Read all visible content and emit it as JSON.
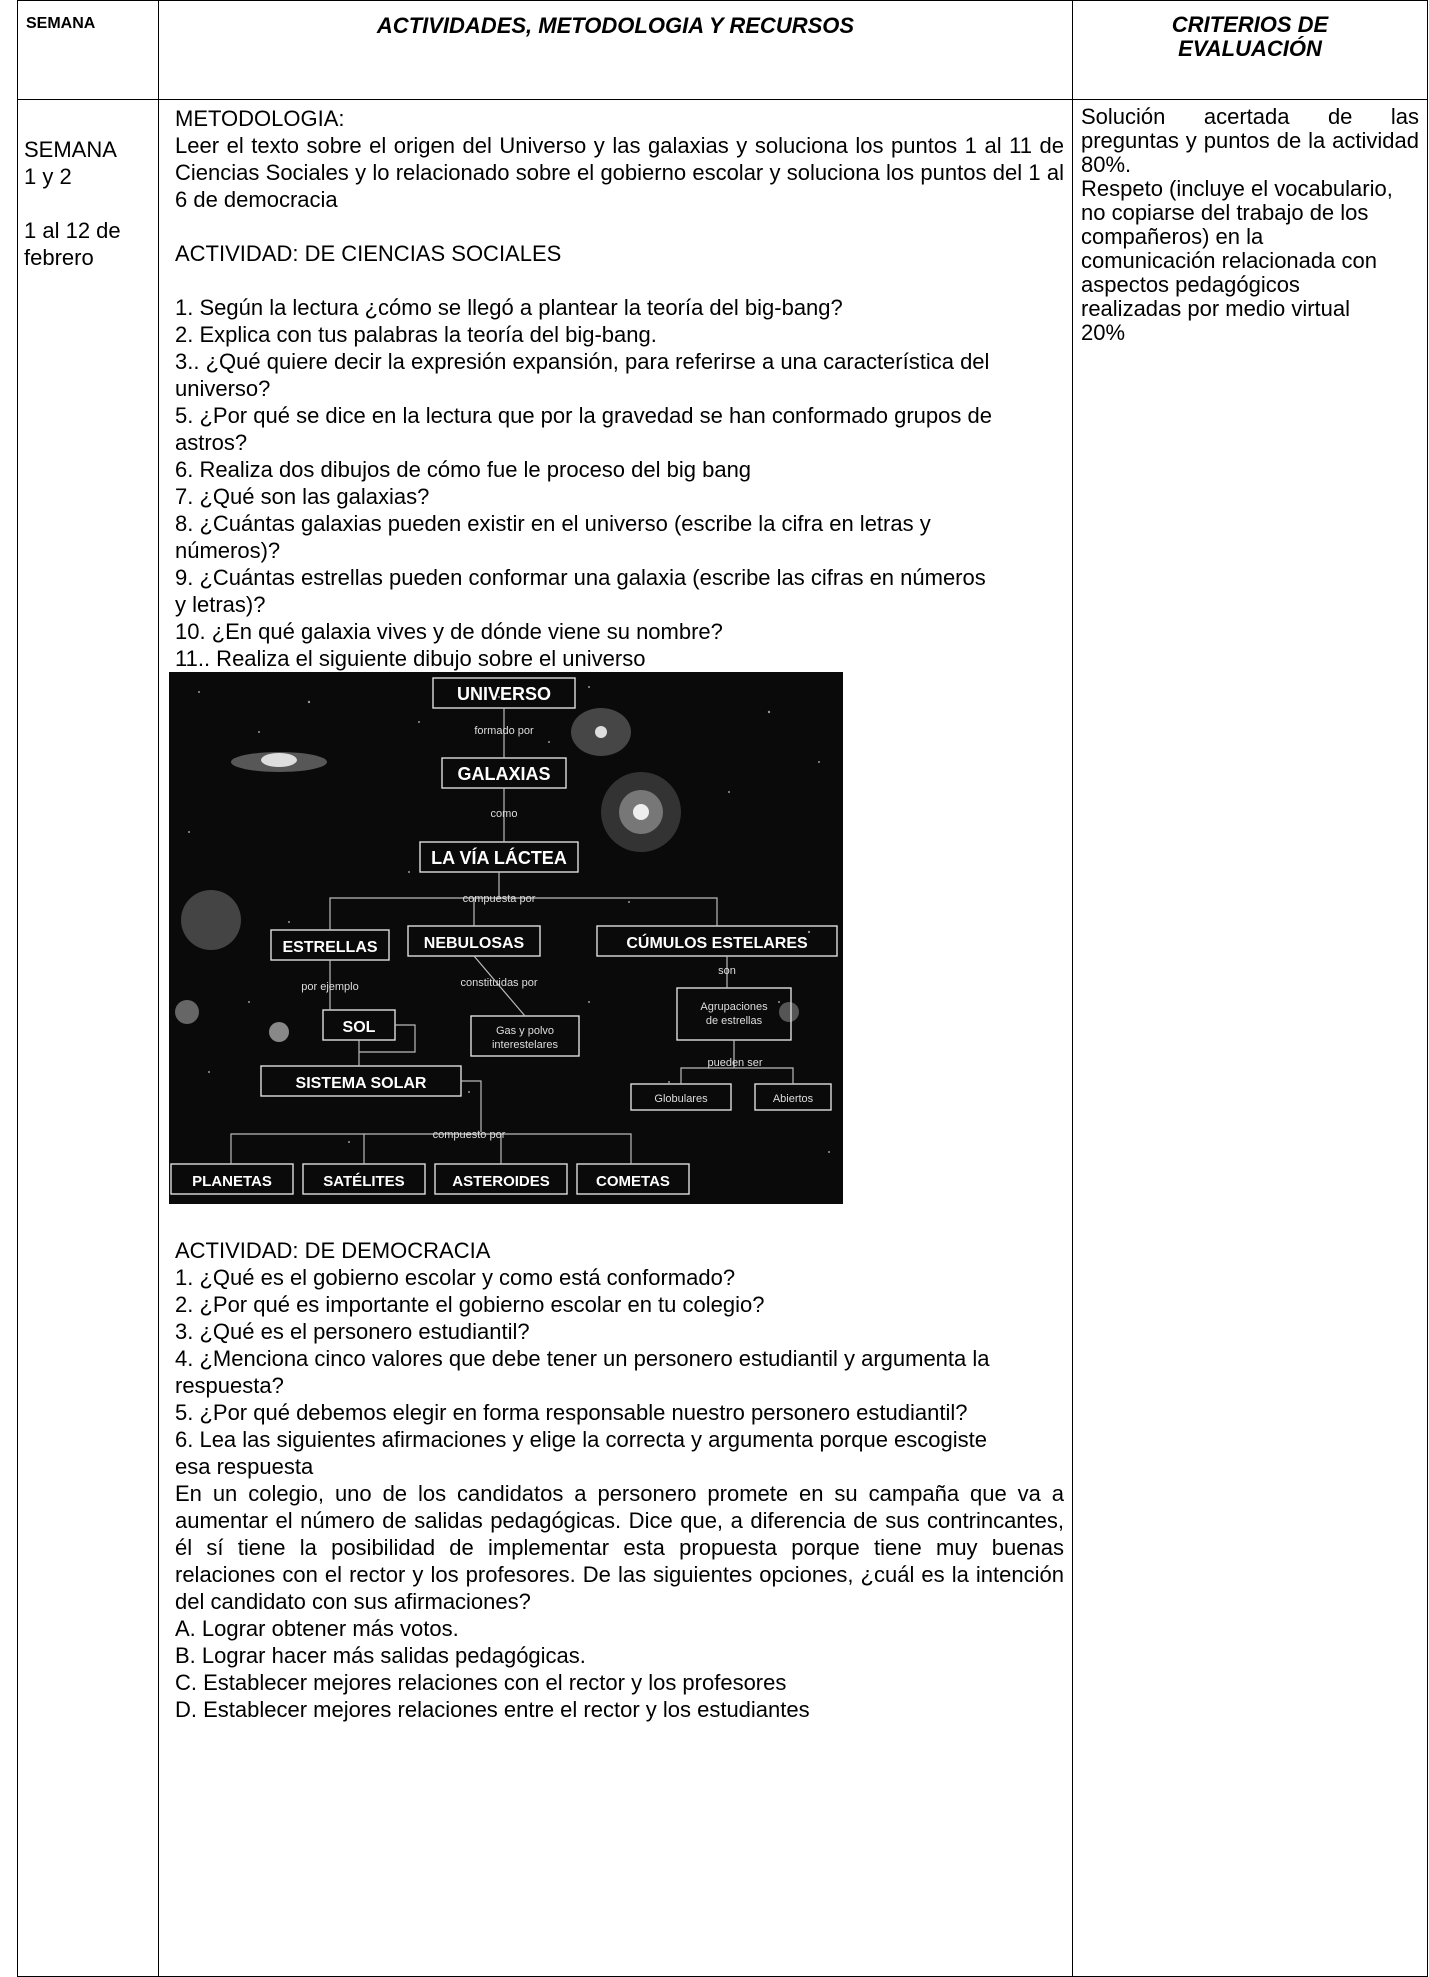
{
  "header": {
    "semana": "SEMANA",
    "actividades": "ACTIVIDADES, METODOLOGIA Y RECURSOS",
    "criterios": "CRITERIOS DE EVALUACIÓN"
  },
  "semana_cell": {
    "line1": "SEMANA",
    "line2": "1 y 2",
    "line3": "1 al 12 de",
    "line4": "febrero"
  },
  "metodologia": {
    "title": "METODOLOGIA:",
    "text": "Leer el texto sobre el origen del Universo y las galaxias y soluciona los puntos 1 al 11 de Ciencias Sociales y lo relacionado sobre el gobierno escolar y soluciona los puntos del 1 al 6 de democracia"
  },
  "sociales": {
    "title": "ACTIVIDAD: DE CIENCIAS SOCIALES",
    "items": [
      "1. Según la lectura ¿cómo se llegó a plantear la teoría del big-bang?",
      "2. Explica con tus palabras la teoría del big-bang.",
      "3.. ¿Qué quiere decir la expresión expansión, para referirse a una característica del universo?",
      "5. ¿Por qué se dice en la lectura que por la gravedad se han conformado grupos de astros?",
      "6. Realiza dos dibujos de cómo fue le proceso del big bang",
      "7. ¿Qué son las galaxias?",
      "8. ¿Cuántas galaxias pueden existir en el universo (escribe la cifra en letras y números)?",
      "9. ¿Cuántas estrellas pueden conformar una galaxia (escribe las cifras en números y letras)?",
      "10. ¿En qué galaxia vives y de dónde viene su nombre?",
      "11.. Realiza el siguiente dibujo sobre el universo"
    ]
  },
  "diagram": {
    "universo": "UNIVERSO",
    "formado_por": "formado por",
    "galaxias": "GALAXIAS",
    "como": "como",
    "via_lactea": "LA VÍA LÁCTEA",
    "compuesta_por": "compuesta por",
    "estrellas": "ESTRELLAS",
    "nebulosas": "NEBULOSAS",
    "cumulos": "CÚMULOS ESTELARES",
    "por_ejemplo": "por ejemplo",
    "constituidas_por": "constituidas por",
    "son": "son",
    "sol": "SOL",
    "gas_l1": "Gas y polvo",
    "gas_l2": "interestelares",
    "agrup_l1": "Agrupaciones",
    "agrup_l2": "de estrellas",
    "pueden_ser": "pueden ser",
    "globulares": "Globulares",
    "abiertos": "Abiertos",
    "sistema_solar": "SISTEMA SOLAR",
    "compuesto_por": "compuesto por",
    "planetas": "PLANETAS",
    "satelites": "SATÉLITES",
    "asteroides": "ASTEROIDES",
    "cometas": "COMETAS"
  },
  "democracia": {
    "title": "ACTIVIDAD: DE DEMOCRACIA",
    "items": [
      "1. ¿Qué es el gobierno escolar y como está conformado?",
      "2. ¿Por qué es importante el gobierno escolar en tu colegio?",
      "3. ¿Qué es el personero estudiantil?",
      "4.  ¿Menciona cinco valores que debe tener un personero estudiantil y argumenta la respuesta?",
      "5.  ¿Por qué debemos elegir en forma responsable nuestro personero estudiantil?",
      "6.  Lea las siguientes afirmaciones y elige la correcta y argumenta porque escogiste esa respuesta"
    ],
    "scenario": "En un colegio, uno de los candidatos a personero promete en su campaña que va a aumentar el número de salidas pedagógicas. Dice que, a diferencia de sus contrincantes, él sí tiene la posibilidad de implementar esta propuesta porque tiene muy buenas relaciones con el rector y los profesores. De las siguientes opciones, ¿cuál es la intención del candidato con sus afirmaciones?",
    "options": [
      "A. Lograr obtener más votos.",
      "B. Lograr hacer más salidas pedagógicas.",
      "C. Establecer mejores relaciones con el rector y los profesores",
      "D. Establecer mejores relaciones entre el rector y los estudiantes"
    ]
  },
  "criterios": {
    "p1": "Solución acertada de las preguntas y puntos de la actividad 80%.",
    "p2": "Respeto (incluye el vocabulario, no copiarse del trabajo de los compañeros) en la comunicación relacionada con aspectos pedagógicos realizadas por medio virtual 20%"
  }
}
